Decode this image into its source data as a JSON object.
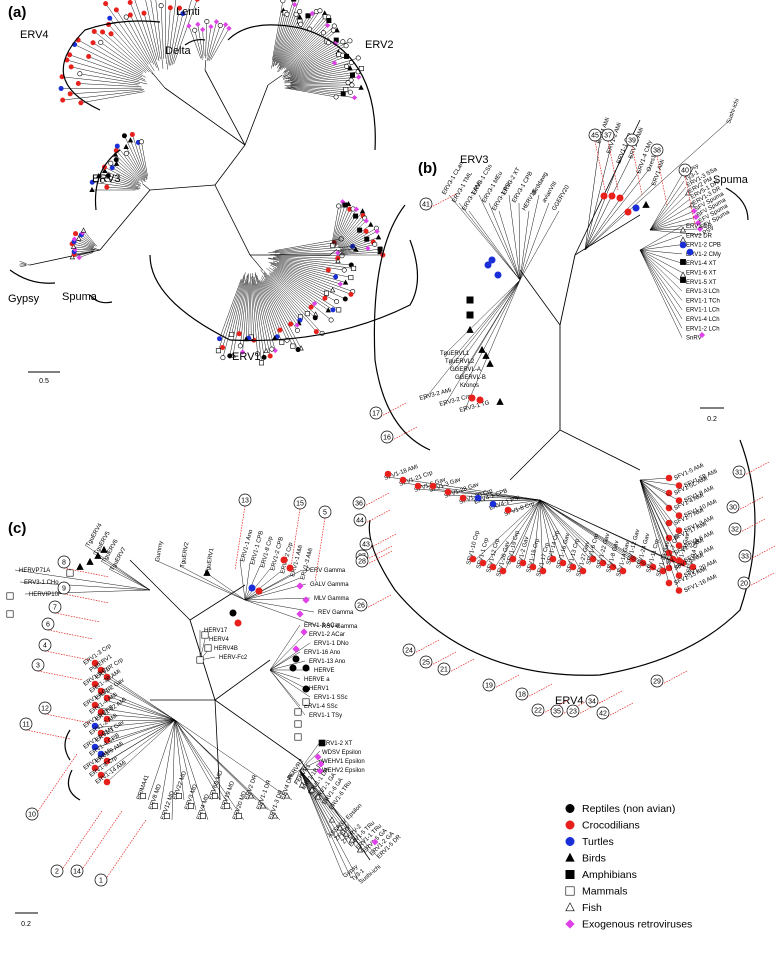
{
  "panels": {
    "a": {
      "letter": "(a)",
      "clades": {
        "erv4": "ERV4",
        "lenti": "Lenti",
        "delta": "Delta",
        "erv2": "ERV2",
        "erv3": "ERV3",
        "gypsy": "Gypsy",
        "spuma": "Spuma",
        "erv1": "ERV1"
      },
      "scale": "0.5"
    },
    "b": {
      "letter": "(b)",
      "clades": {
        "erv3": "ERV3",
        "spuma": "Spuma",
        "erv4": "ERV4"
      },
      "scale": "0.2",
      "top_taxa": [
        "ERV4 AMi",
        "ERV1-2 AMi",
        "ERV1-1 Crp",
        "ERV1-5 AMi",
        "ERV1-4 CMy",
        "Oxes1",
        "ERV1 AMi",
        "Sushi-ichi"
      ],
      "spuma_taxa": [
        "Gypsy",
        "Ty3-1",
        "ERV1-3 SSa",
        "ERV2 PM",
        "ERV5-1 DR",
        "ERV1-3 DR",
        "SFV Spuma",
        "BFV Spuma",
        "EFV Spuma",
        "FFV Spuma",
        "PSV"
      ],
      "right_taxa": [
        "ERV1 DR",
        "ERV2 DR",
        "ERV1-2 CPB",
        "ERV1-2 CMy",
        "ERV1-4 XT",
        "ERV1-6 XT",
        "ERV1-5 XT",
        "ERV1-3 LCh",
        "ERV1-1 TCh",
        "ERV1-1 LCh",
        "ERV1-4 LCh",
        "ERV1-2 LCh",
        "SnRV"
      ],
      "erv3_taxa": [
        "ERV3-1 CLan",
        "ERV3-1 TML",
        "ERV3-1 AMi",
        "ERV3-1 CSs",
        "ERV3-1 MEu",
        "ERV3-1 PSi",
        "ERV3-2 XT",
        "ERV3-1 CPB",
        "HERV18",
        "Birddawg",
        "avianVIII",
        "GGERV20",
        "TguERVL1",
        "TguERVL2",
        "GGERVL-A",
        "GGERVL-B",
        "Kronos",
        "ERV3-2 AMi",
        "ERV3-2 Crp",
        "ERV3-1 TG"
      ],
      "erv4_left_taxa": [
        "SFV1-18 AMi",
        "SFV1-21 Crp",
        "SFV1-5 Gav",
        "SFV1-3 Gav",
        "SFV1-28 Gav",
        "SFV1-20 Crp",
        "ERV4-1 CPB",
        "ERV4-1 PSi",
        "SFV1-8 Crp",
        "SFV1-10 Crp",
        "SFV1-1 Crp",
        "SFV1-12 Crp",
        "SFV1-26 Gav",
        "SFV1-19 Crp",
        "SFV1-2 Gav",
        "SFV1-15 Crp",
        "SFV1-17 Crp",
        "SFV1-14 Crp",
        "SFV1-16 Gav",
        "SFV1-13 Crp",
        "SFV1-27 Gav",
        "SFV1-6 Crp",
        "SFV1-22 Gav",
        "SFV1-8 Gav",
        "SFV1-14 Gav",
        "SFV1-12 Gav",
        "SFV1-24 Gav",
        "SFV1-11 Crp",
        "SFV1-23 Gav",
        "SFV1-7 Crp",
        "SFV1-19 Gav",
        "SFV1-14 Crp"
      ],
      "erv4_right_taxa": [
        "SFV1-5 AMi",
        "SFV1-5B AMi",
        "SFV1-5C AMi",
        "SFV1-8 AMi",
        "SFV1-4 AMi",
        "SFV1-10 AMi",
        "SFV1-7 AMi",
        "SFV1-3 AMi",
        "SFV1-17 AMi",
        "SFV1-6 AMi",
        "SFV1-2 AMi",
        "SFV1-9 AMi",
        "SFV1-1 AMi",
        "SFV1-20 AMi",
        "SFV1-15 AMi",
        "SFV1-16 AMi"
      ],
      "circled": [
        "45",
        "37",
        "39",
        "38",
        "40",
        "41",
        "17",
        "16",
        "36",
        "44",
        "43",
        "27",
        "28",
        "26",
        "24",
        "25",
        "21",
        "19",
        "18",
        "22",
        "35",
        "23",
        "34",
        "42",
        "29",
        "31",
        "30",
        "32",
        "33",
        "20"
      ]
    },
    "c": {
      "letter": "(c)",
      "scale": "0.2",
      "taxa_top": [
        "TguERV4",
        "TguERV5",
        "TguERV6",
        "TguERV7",
        "HERVP71A",
        "ERV3-1 CHo",
        "HERVIP10F",
        "Gummy",
        "TguERV2",
        "TguERV1",
        "ERV1-1 Ano",
        "ERV1-1 CPB",
        "ERV1-8 Crp",
        "ERV1-2 CPB",
        "ERV1-2 Crp",
        "ERV1-1 AMi",
        "ERV1-3 AMi",
        "PERV Gamma",
        "GALV Gamma",
        "MLV Gamma",
        "REV Gamma",
        "RSV Gamma",
        "ERV1-3 ACar",
        "ERV1-2 ACar",
        "ERV1-1 DNo",
        "ERV1-16 Ano",
        "ERV1-13 Ano",
        "HERVE",
        "HERVE a",
        "HERV1",
        "ERV1-1 SSc",
        "ERV1-4 SSc",
        "ERV1-1 TSy",
        "HERV17",
        "HERV4",
        "HERV4B",
        "HERV-Fc2"
      ],
      "taxa_left": [
        "ERV1-3 Crp",
        "PlatERV1",
        "ERV1-7 Crp",
        "ERV1-5 Crp",
        "ERV1-3B AMi",
        "ERV1-2 Gav",
        "ERV1-4 Crp",
        "ERV1-4 AMi",
        "ERV1-12 AMi",
        "ERV1-5 CPB",
        "ERV1-2 AMi",
        "ERV1-1 Gav",
        "ERV1-1 CMy",
        "ERV1-4 CPB",
        "ERV1-9 AMi",
        "ERV1-6 AMi",
        "ERV1-8 Crp",
        "ERV1-14 AMi",
        "PRIMA41",
        "ERV8 MD",
        "ERV12 MD",
        "ERV22 MD",
        "ERV3 MD",
        "ERV4 MD",
        "ERV6B MD",
        "ERV19 MD",
        "ERV20 MD",
        "ERV2 DR",
        "ERV1-1 DR",
        "ERV1-3 DR",
        "ERV4 DR"
      ],
      "taxa_bottom": [
        "ERV1-2 XT",
        "WDSV Epsilon",
        "WEHV1 Epsilon",
        "WEHV2 Epsilon",
        "FERVR2",
        "FERVR1",
        "ERV1-1B DR",
        "ERV1-1 DR",
        "ERV1-1 GA",
        "ERV1-6 GA",
        "ERV1-6 TRu",
        "ASSBSV Epsilon",
        "ZFERV",
        "ZFERV-2",
        "ERV1-5 TRu",
        "ERV1-1 TRu",
        "ERV1-5 GA",
        "ERV1-2 GA",
        "ERV1-5 DR",
        "Gypsy",
        "Ty3-1",
        "Sushi-ichi"
      ],
      "circled": [
        "13",
        "15",
        "5",
        "8",
        "9",
        "7",
        "6",
        "4",
        "3",
        "12",
        "11",
        "10",
        "2",
        "14",
        "1"
      ]
    }
  },
  "legend": [
    {
      "label": "Reptiles (non avian)",
      "shape": "circle",
      "fill": "#000000",
      "stroke": "#000000"
    },
    {
      "label": "Crocodilians",
      "shape": "circle",
      "fill": "#e8201c",
      "stroke": "#e8201c"
    },
    {
      "label": "Turtles",
      "shape": "circle",
      "fill": "#1a2ed8",
      "stroke": "#1a2ed8"
    },
    {
      "label": "Birds",
      "shape": "triangle",
      "fill": "#000000",
      "stroke": "#000000"
    },
    {
      "label": "Amphibians",
      "shape": "square",
      "fill": "#000000",
      "stroke": "#000000"
    },
    {
      "label": "Mammals",
      "shape": "square",
      "fill": "#ffffff",
      "stroke": "#000000"
    },
    {
      "label": "Fish",
      "shape": "triangle",
      "fill": "#ffffff",
      "stroke": "#000000"
    },
    {
      "label": "Exogenous retroviruses",
      "shape": "diamond",
      "fill": "#e040e8",
      "stroke": "#e040e8"
    }
  ],
  "colors": {
    "crocodilian": "#e8201c",
    "turtle": "#1a2ed8",
    "exogenous": "#e040e8",
    "line": "#000000",
    "dotted": "#e8201c"
  }
}
